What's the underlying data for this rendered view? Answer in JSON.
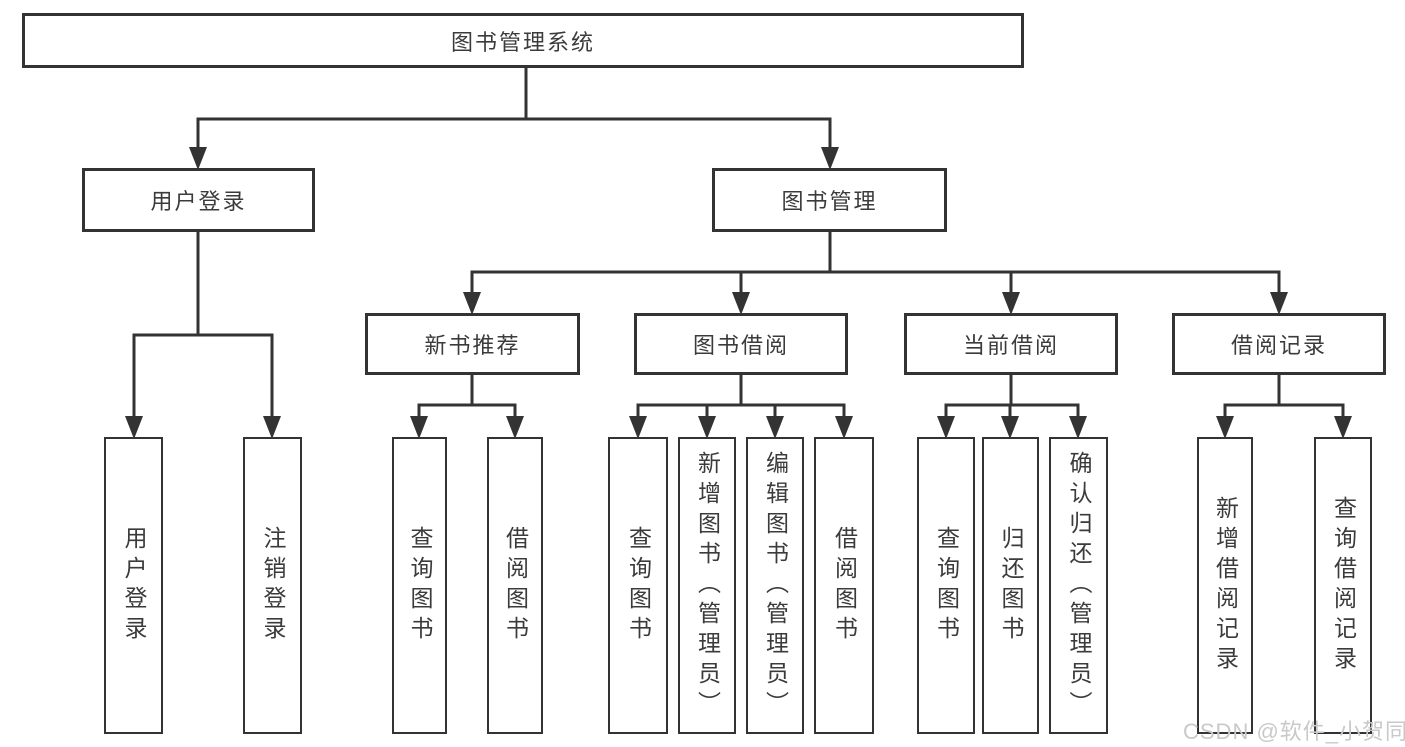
{
  "diagram": {
    "root": {
      "label": "图书管理系统"
    },
    "user_login": {
      "label": "用户登录",
      "children": {
        "login": {
          "label": "用户登录"
        },
        "logout": {
          "label": "注销登录"
        }
      }
    },
    "book_mgmt": {
      "label": "图书管理",
      "children": {
        "new_book": {
          "label": "新书推荐",
          "children": {
            "query": {
              "label": "查询图书"
            },
            "borrow": {
              "label": "借阅图书"
            }
          }
        },
        "book_borrow": {
          "label": "图书借阅",
          "children": {
            "query": {
              "label": "查询图书"
            },
            "add": {
              "label": "新增图书（管理员）"
            },
            "edit": {
              "label": "编辑图书（管理员）"
            },
            "borrow": {
              "label": "借阅图书"
            }
          }
        },
        "current_borrow": {
          "label": "当前借阅",
          "children": {
            "query": {
              "label": "查询图书"
            },
            "return": {
              "label": "归还图书"
            },
            "confirm": {
              "label": "确认归还（管理员）"
            }
          }
        },
        "borrow_records": {
          "label": "借阅记录",
          "children": {
            "add": {
              "label": "新增借阅记录"
            },
            "query": {
              "label": "查询借阅记录"
            }
          }
        }
      }
    }
  },
  "watermark": {
    "text": "CSDN @软件_小贺同学"
  },
  "colors": {
    "line": "#333333",
    "text": "#3b3b3b",
    "watermark": "#c9c9c9",
    "background": "#ffffff"
  }
}
